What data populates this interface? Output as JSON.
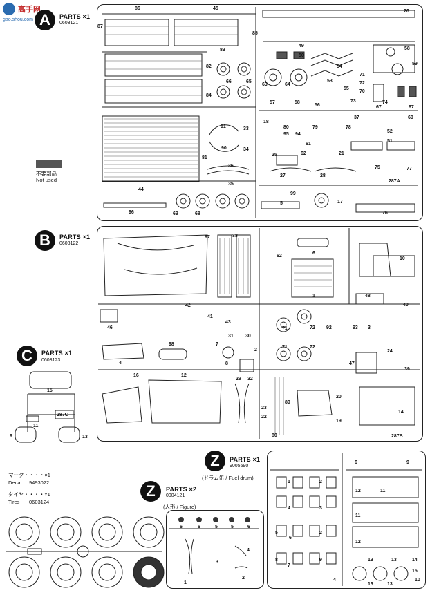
{
  "watermark": {
    "title": "高手网",
    "url": "gao.shou.com"
  },
  "trees": {
    "A": {
      "letter": "A",
      "title": "PARTS ×1",
      "code": "0603121"
    },
    "B": {
      "letter": "B",
      "title": "PARTS ×1",
      "code": "0603122"
    },
    "C": {
      "letter": "C",
      "title": "PARTS ×1",
      "code": "0603123"
    },
    "Z1": {
      "letter": "Z",
      "title": "PARTS ×1",
      "code": "9005590",
      "subtitle": "(ドラム缶 / Fuel drum)"
    },
    "Z2": {
      "letter": "Z",
      "title": "PARTS ×2",
      "code": "0004121",
      "subtitle": "(人形 / Figure)"
    }
  },
  "legend": {
    "jp": "不要部品",
    "en": "Not used"
  },
  "extras": {
    "decal": {
      "jp": "マーク・・・・×1",
      "en": "Decal",
      "code": "9493022"
    },
    "tires": {
      "jp": "タイヤ・・・・×1",
      "en": "Tires",
      "code": "0603124"
    }
  },
  "part_numbers_A": [
    "86",
    "45",
    "87",
    "85",
    "26",
    "83",
    "82",
    "84",
    "49",
    "50",
    "58",
    "59",
    "66",
    "65",
    "63",
    "64",
    "54",
    "53",
    "55",
    "57",
    "56",
    "73",
    "67",
    "74",
    "68",
    "91",
    "33",
    "90",
    "34",
    "18",
    "95",
    "94",
    "79",
    "52",
    "60",
    "61",
    "62",
    "81",
    "36",
    "35",
    "25",
    "21",
    "27",
    "28",
    "51",
    "75",
    "77",
    "44",
    "96",
    "69",
    "68",
    "99",
    "5",
    "17",
    "76",
    "70",
    "72",
    "71",
    "80",
    "78",
    "37",
    "287A"
  ],
  "part_numbers_B": [
    "97",
    "88",
    "62",
    "6",
    "10",
    "1",
    "48",
    "40",
    "46",
    "42",
    "43",
    "41",
    "71",
    "72",
    "92",
    "93",
    "3",
    "98",
    "4",
    "7",
    "31",
    "30",
    "8",
    "24",
    "2",
    "39",
    "47",
    "16",
    "12",
    "29",
    "32",
    "23",
    "89",
    "20",
    "14",
    "19",
    "22",
    "80",
    "287B"
  ],
  "part_numbers_C": [
    "15",
    "11",
    "9",
    "13",
    "287C"
  ],
  "part_numbers_Z": [
    "6",
    "5",
    "2",
    "3",
    "4",
    "1",
    "13",
    "14",
    "15",
    "9",
    "10",
    "11",
    "12",
    "7",
    "8"
  ]
}
